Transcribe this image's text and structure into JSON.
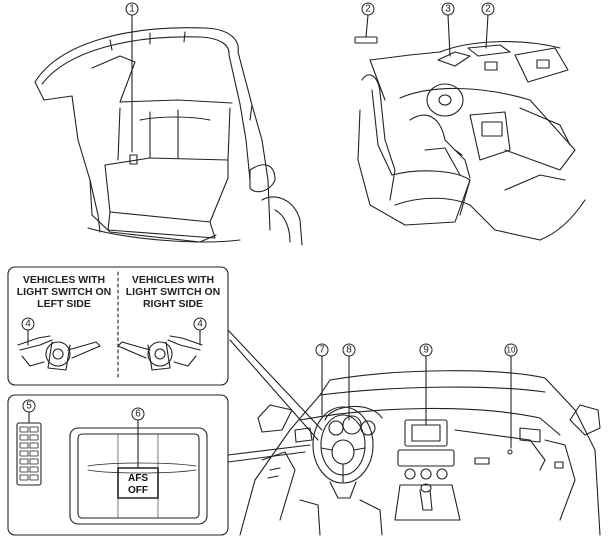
{
  "callouts": {
    "c1": "1",
    "c2a": "2",
    "c3": "3",
    "c2b": "2",
    "c4a": "4",
    "c4b": "4",
    "c5": "5",
    "c6": "6",
    "c7": "7",
    "c8": "8",
    "c9": "9",
    "c10": "10"
  },
  "switch_box": {
    "left_title": "VEHICLES WITH LIGHT SWITCH ON LEFT SIDE",
    "right_title": "VEHICLES WITH LIGHT SWITCH ON RIGHT SIDE"
  },
  "afs_button": {
    "line1": "AFS",
    "line2": "OFF"
  }
}
